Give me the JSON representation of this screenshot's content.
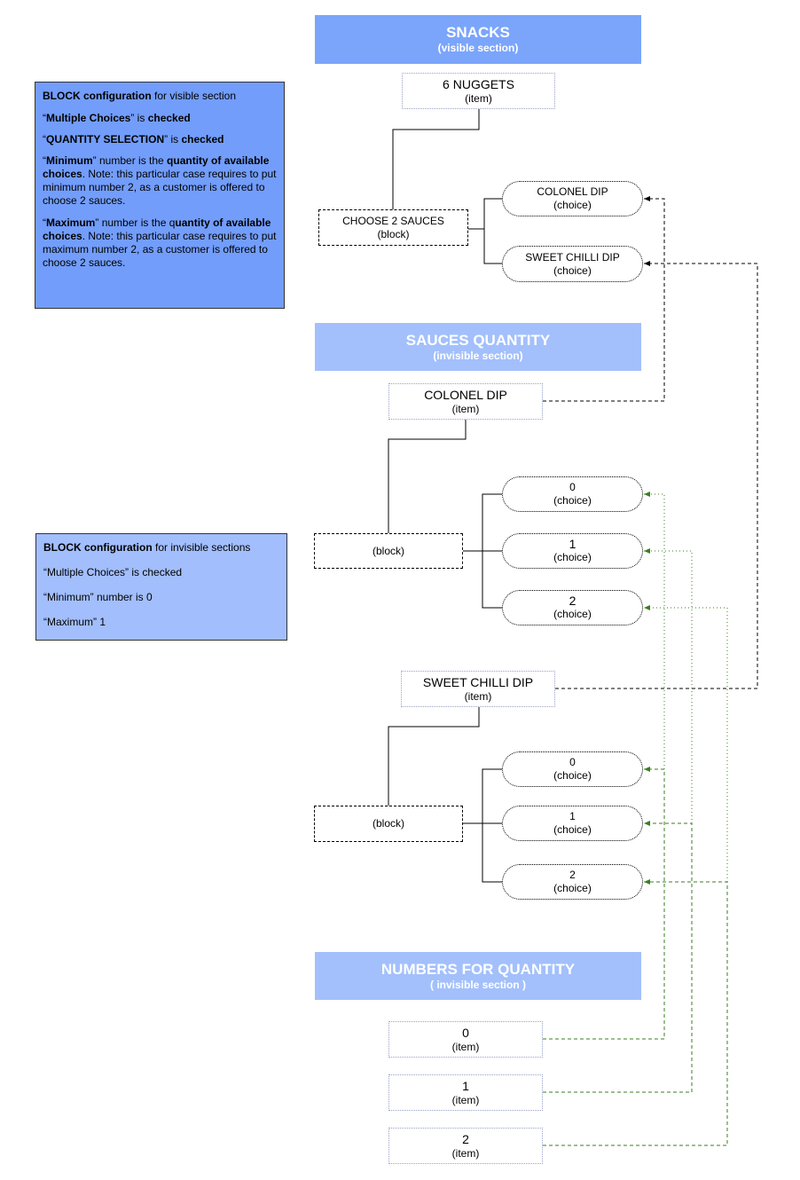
{
  "headers": {
    "snacks": {
      "title": "SNACKS",
      "subtitle": "(visible section)"
    },
    "sauces": {
      "title": "SAUCES QUANTITY",
      "subtitle": "(invisible section)"
    },
    "numbers": {
      "title": "NUMBERS FOR QUANTITY",
      "subtitle": "( invisible section )"
    }
  },
  "nodes": {
    "nuggets": {
      "label": "6 NUGGETS",
      "type": "(item)"
    },
    "choose_block": {
      "label": "CHOOSE 2 SAUCES",
      "type": "(block)"
    },
    "colonel_choice": {
      "label": "COLONEL DIP",
      "type": "(choice)"
    },
    "chilli_choice": {
      "label": "SWEET CHILLI DIP",
      "type": "(choice)"
    },
    "colonel_item": {
      "label": "COLONEL DIP",
      "type": "(item)"
    },
    "colonel_block": {
      "type": "(block)"
    },
    "colonel_choices": [
      {
        "label": "0",
        "type": "(choice)"
      },
      {
        "label": "1",
        "type": "(choice)"
      },
      {
        "label": "2",
        "type": "(choice)"
      }
    ],
    "chilli_item": {
      "label": "SWEET CHILLI DIP",
      "type": "(item)"
    },
    "chilli_block": {
      "type": "(block)"
    },
    "chilli_choices": [
      {
        "label": "0",
        "type": "(choice)"
      },
      {
        "label": "1",
        "type": "(choice)"
      },
      {
        "label": "2",
        "type": "(choice)"
      }
    ],
    "number_items": [
      {
        "label": "0",
        "type": "(item)"
      },
      {
        "label": "1",
        "type": "(item)"
      },
      {
        "label": "2",
        "type": "(item)"
      }
    ]
  },
  "notes": {
    "visible": {
      "title_bold": "BLOCK configuration",
      "title_rest": " for visible section",
      "line1": {
        "q1": "“",
        "bold": "Multiple Choices",
        "q2": "” is ",
        "bold2": "checked"
      },
      "line2": {
        "q1": "“",
        "bold": "QUANTITY SELECTION",
        "q2": "” is ",
        "bold2": "checked"
      },
      "line3": {
        "q1": "“",
        "bold": "Minimum",
        "rest": "” number is the ",
        "bold2": "quantity of available choices",
        "note": ". Note: this particular case requires to put minimum number 2, as a customer is offered to choose 2 sauces."
      },
      "line4": {
        "q1": "“",
        "bold": "Maximum",
        "rest": "” number is the q",
        "bold2": "uantity of available choices",
        "note": ". Note: this particular case requires to put maximum number 2, as a customer is offered to choose 2 sauces."
      }
    },
    "invisible": {
      "title_bold": "BLOCK configuration",
      "title_rest": " for invisible sections",
      "line1": "“Multiple Choices” is checked",
      "line2": "“Minimum” number is 0",
      "line3": "“Maximum” 1"
    }
  },
  "colors": {
    "header_visible": "#7ba5fb",
    "header_invisible": "#a3c0fc",
    "note_visible": "#729dfb",
    "note_invisible": "#a2befc",
    "link_green": "#3b7d23",
    "item_border": "#9aa0c8"
  }
}
